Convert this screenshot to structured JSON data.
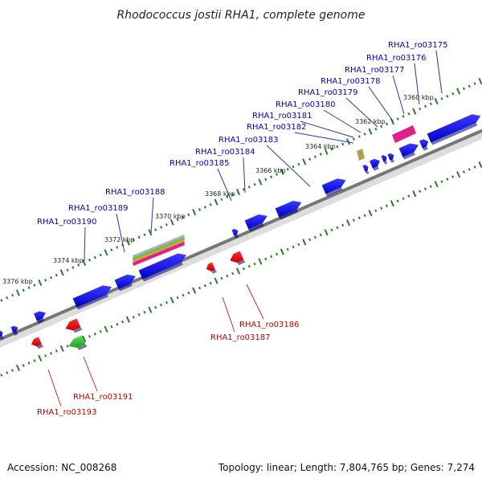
{
  "title": "Rhodococcus jostii RHA1, complete genome",
  "footer": {
    "accession": "Accession: NC_008268",
    "summary": "Topology: linear; Length: 7,804,765 bp; Genes: 7,274"
  },
  "colors": {
    "forward_gene": "#1010e8",
    "reverse_gene": "#e01010",
    "backbone": "#777777",
    "tick": "#2a7a2a",
    "label_forward": "#0000cc",
    "label_reverse": "#cc0000",
    "rna_pink": "#e0208a",
    "rna_tan": "#b0a050"
  },
  "scale_labels": [
    "3360 kbp",
    "3362 kbp",
    "3364 kbp",
    "3366 kbp",
    "3368 kbp",
    "3370 kbp",
    "3372 kbp",
    "3374 kbp",
    "3376 kbp"
  ],
  "forward_labels": [
    "RHA1_ro03175",
    "RHA1_ro03176",
    "RHA1_ro03177",
    "RHA1_ro03178",
    "RHA1_ro03179",
    "RHA1_ro03180",
    "RHA1_ro03181",
    "RHA1_ro03182",
    "RHA1_ro03183",
    "RHA1_ro03184",
    "RHA1_ro03185",
    "RHA1_ro03188",
    "RHA1_ro03189",
    "RHA1_ro03190"
  ],
  "reverse_labels": [
    "RHA1_ro03186",
    "RHA1_ro03187",
    "RHA1_ro03191",
    "RHA1_ro03193"
  ]
}
